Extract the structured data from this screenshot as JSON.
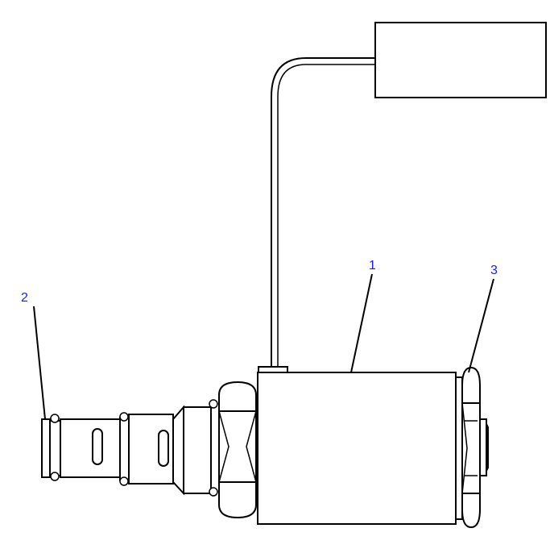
{
  "callouts": [
    {
      "id": "1",
      "label": "1"
    },
    {
      "id": "2",
      "label": "2"
    },
    {
      "id": "3",
      "label": "3"
    }
  ],
  "colors": {
    "line": "#000000",
    "callout_text": "#1a1aff",
    "background": "#ffffff"
  }
}
